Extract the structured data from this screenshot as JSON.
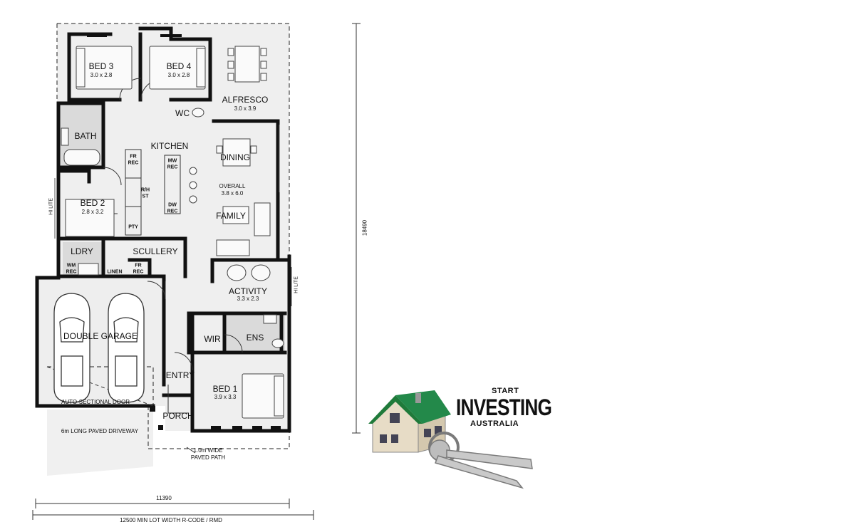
{
  "rooms": {
    "bed3": {
      "name": "BED 3",
      "size": "3.0 x 2.8"
    },
    "bed4": {
      "name": "BED 4",
      "size": "3.0 x 2.8"
    },
    "alfresco": {
      "name": "ALFRESCO",
      "size": "3.0 x 3.9"
    },
    "wc": {
      "name": "WC"
    },
    "bath": {
      "name": "BATH"
    },
    "kitchen": {
      "name": "KITCHEN"
    },
    "dining": {
      "name": "DINING"
    },
    "overall": {
      "name": "OVERALL",
      "size": "3.8 x 6.0"
    },
    "family": {
      "name": "FAMILY"
    },
    "bed2": {
      "name": "BED 2",
      "size": "2.8 x 3.2"
    },
    "ldry": {
      "name": "LDRY"
    },
    "scullery": {
      "name": "SCULLERY"
    },
    "activity": {
      "name": "ACTIVITY",
      "size": "3.3 x 2.3"
    },
    "garage": {
      "name": "DOUBLE GARAGE"
    },
    "wir": {
      "name": "WIR"
    },
    "ens": {
      "name": "ENS"
    },
    "entry": {
      "name": "ENTRY"
    },
    "bed1": {
      "name": "BED 1",
      "size": "3.9 x 3.3"
    },
    "porch": {
      "name": "PORCH"
    }
  },
  "fixtures": {
    "fr_rec_1": [
      "FR",
      "REC"
    ],
    "mw_rec": [
      "MW",
      "REC"
    ],
    "dw_rec": [
      "DW",
      "REC"
    ],
    "rh_st": [
      "R/H",
      "ST"
    ],
    "pty": "PTY",
    "wm_rec": [
      "WM",
      "REC"
    ],
    "linen": "LINEN",
    "fr_rec_2": [
      "FR",
      "REC"
    ]
  },
  "annotations": {
    "hilite_left": "HI LITE",
    "hilite_right": "HI LITE",
    "garage_door": "AUTO-SECTIONAL DOOR",
    "driveway": "6m LONG PAVED DRIVEWAY",
    "path": [
      "1.0m WIDE",
      "PAVED PATH"
    ]
  },
  "dimensions": {
    "width": "11390",
    "lot": "12500 MIN LOT WIDTH R-CODE / RMD",
    "depth": "18490"
  },
  "logo": {
    "line1": "START",
    "line2": "INVESTING",
    "line3": "AUSTRALIA"
  },
  "colors": {
    "wall": "#111111",
    "floor": "#eeeeee",
    "tile": "#d8d8d8",
    "roof": "#1f7a3a"
  }
}
